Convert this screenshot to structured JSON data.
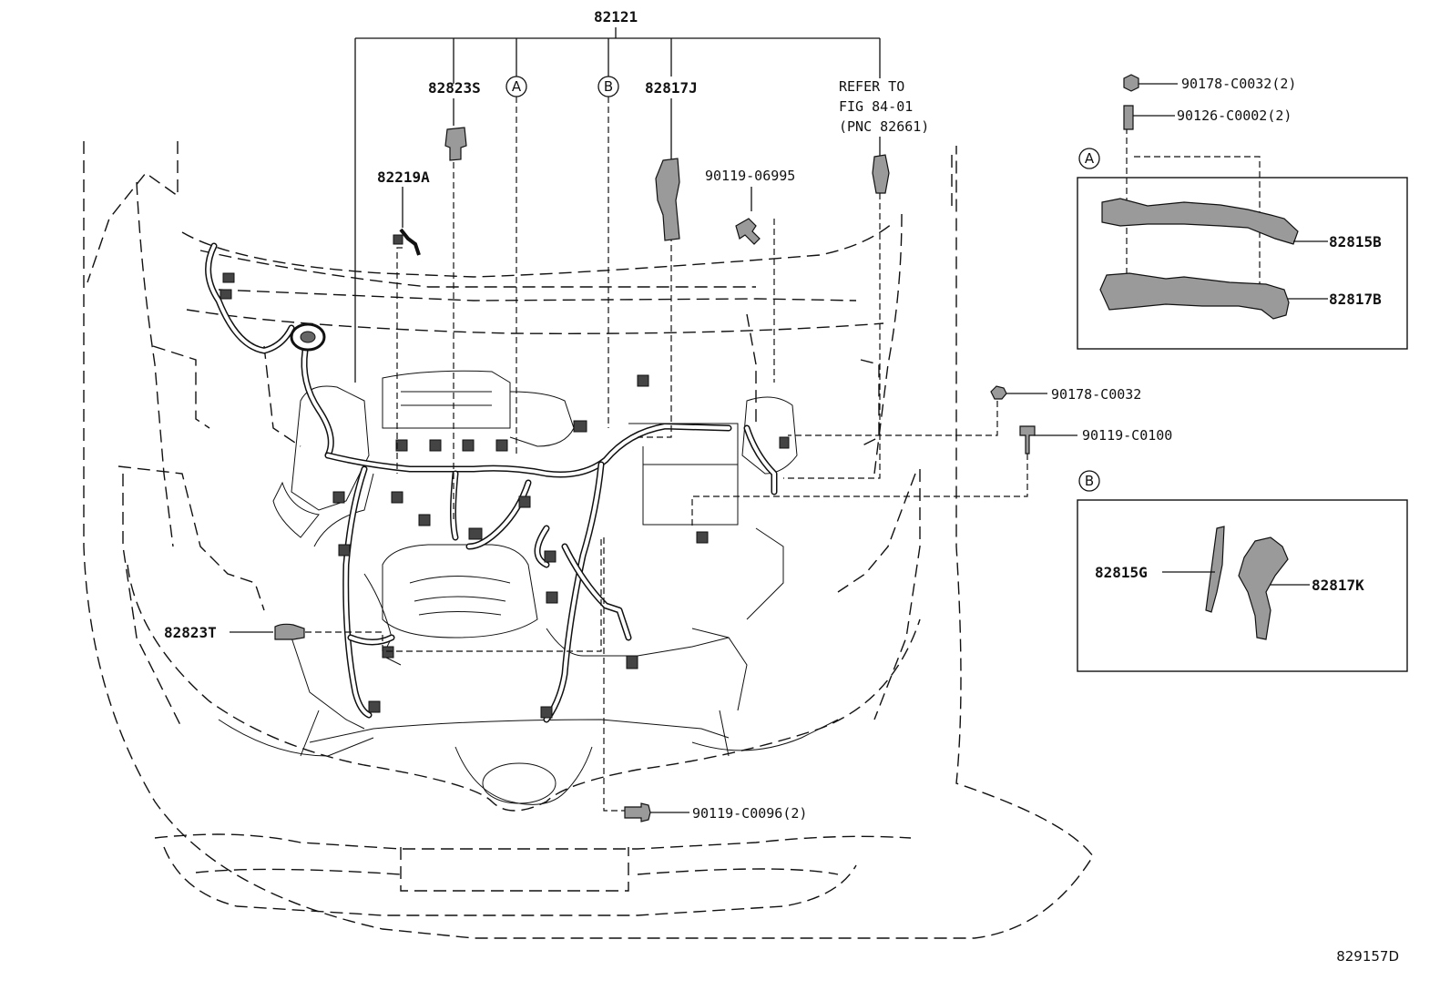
{
  "diagram_id": "829157D",
  "main_part": "82121",
  "callouts": {
    "p82823S": "82823S",
    "p82817J": "82817J",
    "p82219A": "82219A",
    "p90119_06995": "90119-06995",
    "refer_line1": "REFER TO",
    "refer_line2": "FIG 84-01",
    "refer_line3": "(PNC 82661)",
    "p90178_C0032": "90178-C0032",
    "p90119_C0100": "90119-C0100",
    "p82823T": "82823T",
    "p90119_C0096": "90119-C0096(2)"
  },
  "markers": {
    "a": "A",
    "b": "B"
  },
  "detail_a": {
    "marker": "A",
    "p90178_C0032_2": "90178-C0032(2)",
    "p90126_C0002_2": "90126-C0002(2)",
    "p82815B": "82815B",
    "p82817B": "82817B"
  },
  "detail_b": {
    "marker": "B",
    "p82815G": "82815G",
    "p82817K": "82817K"
  }
}
